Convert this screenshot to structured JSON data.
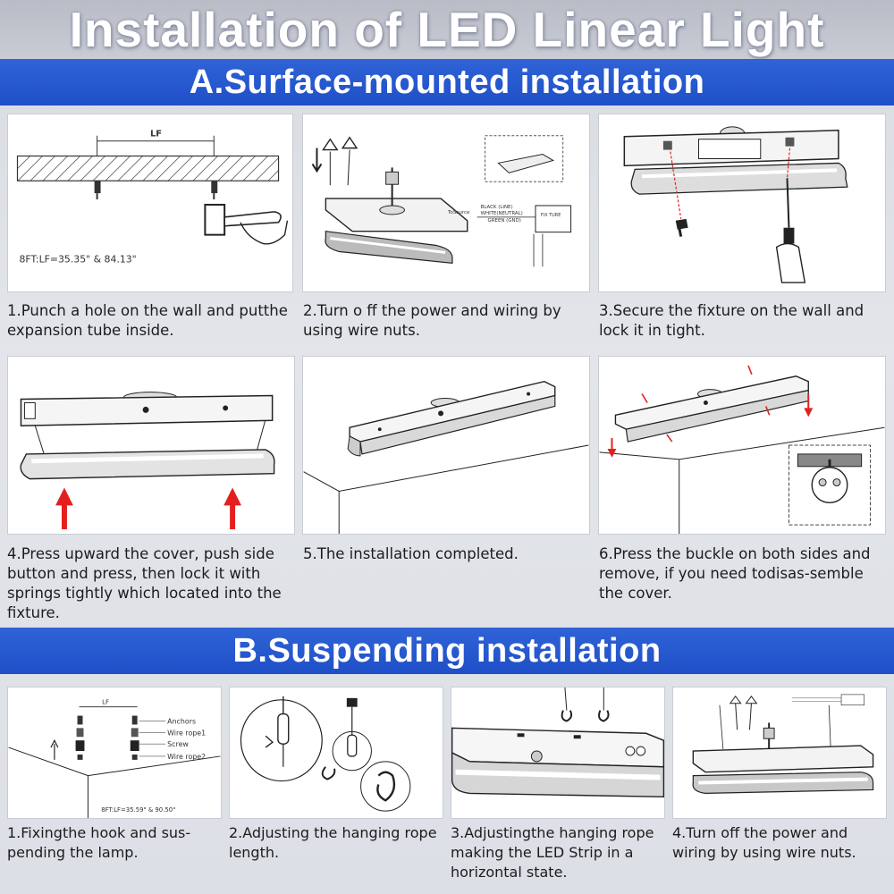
{
  "title": "Installation of LED Linear Light",
  "section_a": {
    "heading": "A.Surface-mounted installation",
    "steps": [
      {
        "caption": "1.Punch a hole on the wall and putthe expansion tube inside.",
        "labels": {
          "lf": "LF",
          "spec": "8FT:LF=35.35\" & 84.13\""
        }
      },
      {
        "caption": "2.Turn o ff the power and wiring by using wire nuts.",
        "labels": {
          "to_source": "ToSource",
          "black": "BLACK (LINE)",
          "white": "WHITE(NEUTRAL)",
          "green": "GREEN (GND)",
          "fixture": "FIX TURE"
        }
      },
      {
        "caption": "3.Secure the fixture on the wall and lock it in tight."
      },
      {
        "caption": "4.Press upward the cover, push side button and press, then lock it with springs tightly which located into the fixture."
      },
      {
        "caption": "5.The installation completed."
      },
      {
        "caption": "6.Press the buckle on both sides and remove, if you need todisas-semble the cover."
      }
    ]
  },
  "section_b": {
    "heading": "B.Suspending installation",
    "steps": [
      {
        "caption": "1.Fixingthe hook and sus-pending the lamp.",
        "labels": {
          "lf": "LF",
          "anchors": "Anchors",
          "wire_rope1": "Wire rope1",
          "screw": "Screw",
          "wire_rope2": "Wire rope2",
          "spec": "8FT:LF=35.59\" & 90.50\""
        }
      },
      {
        "caption": "2.Adjusting the hanging rope length."
      },
      {
        "caption": "3.Adjustingthe hanging rope making the LED Strip in a horizontal state."
      },
      {
        "caption": "4.Turn off the power and wiring by using wire nuts."
      }
    ]
  },
  "colors": {
    "band": "#2459d2",
    "arrow_red": "#e4201f",
    "caption_text": "#1c1c1c"
  }
}
